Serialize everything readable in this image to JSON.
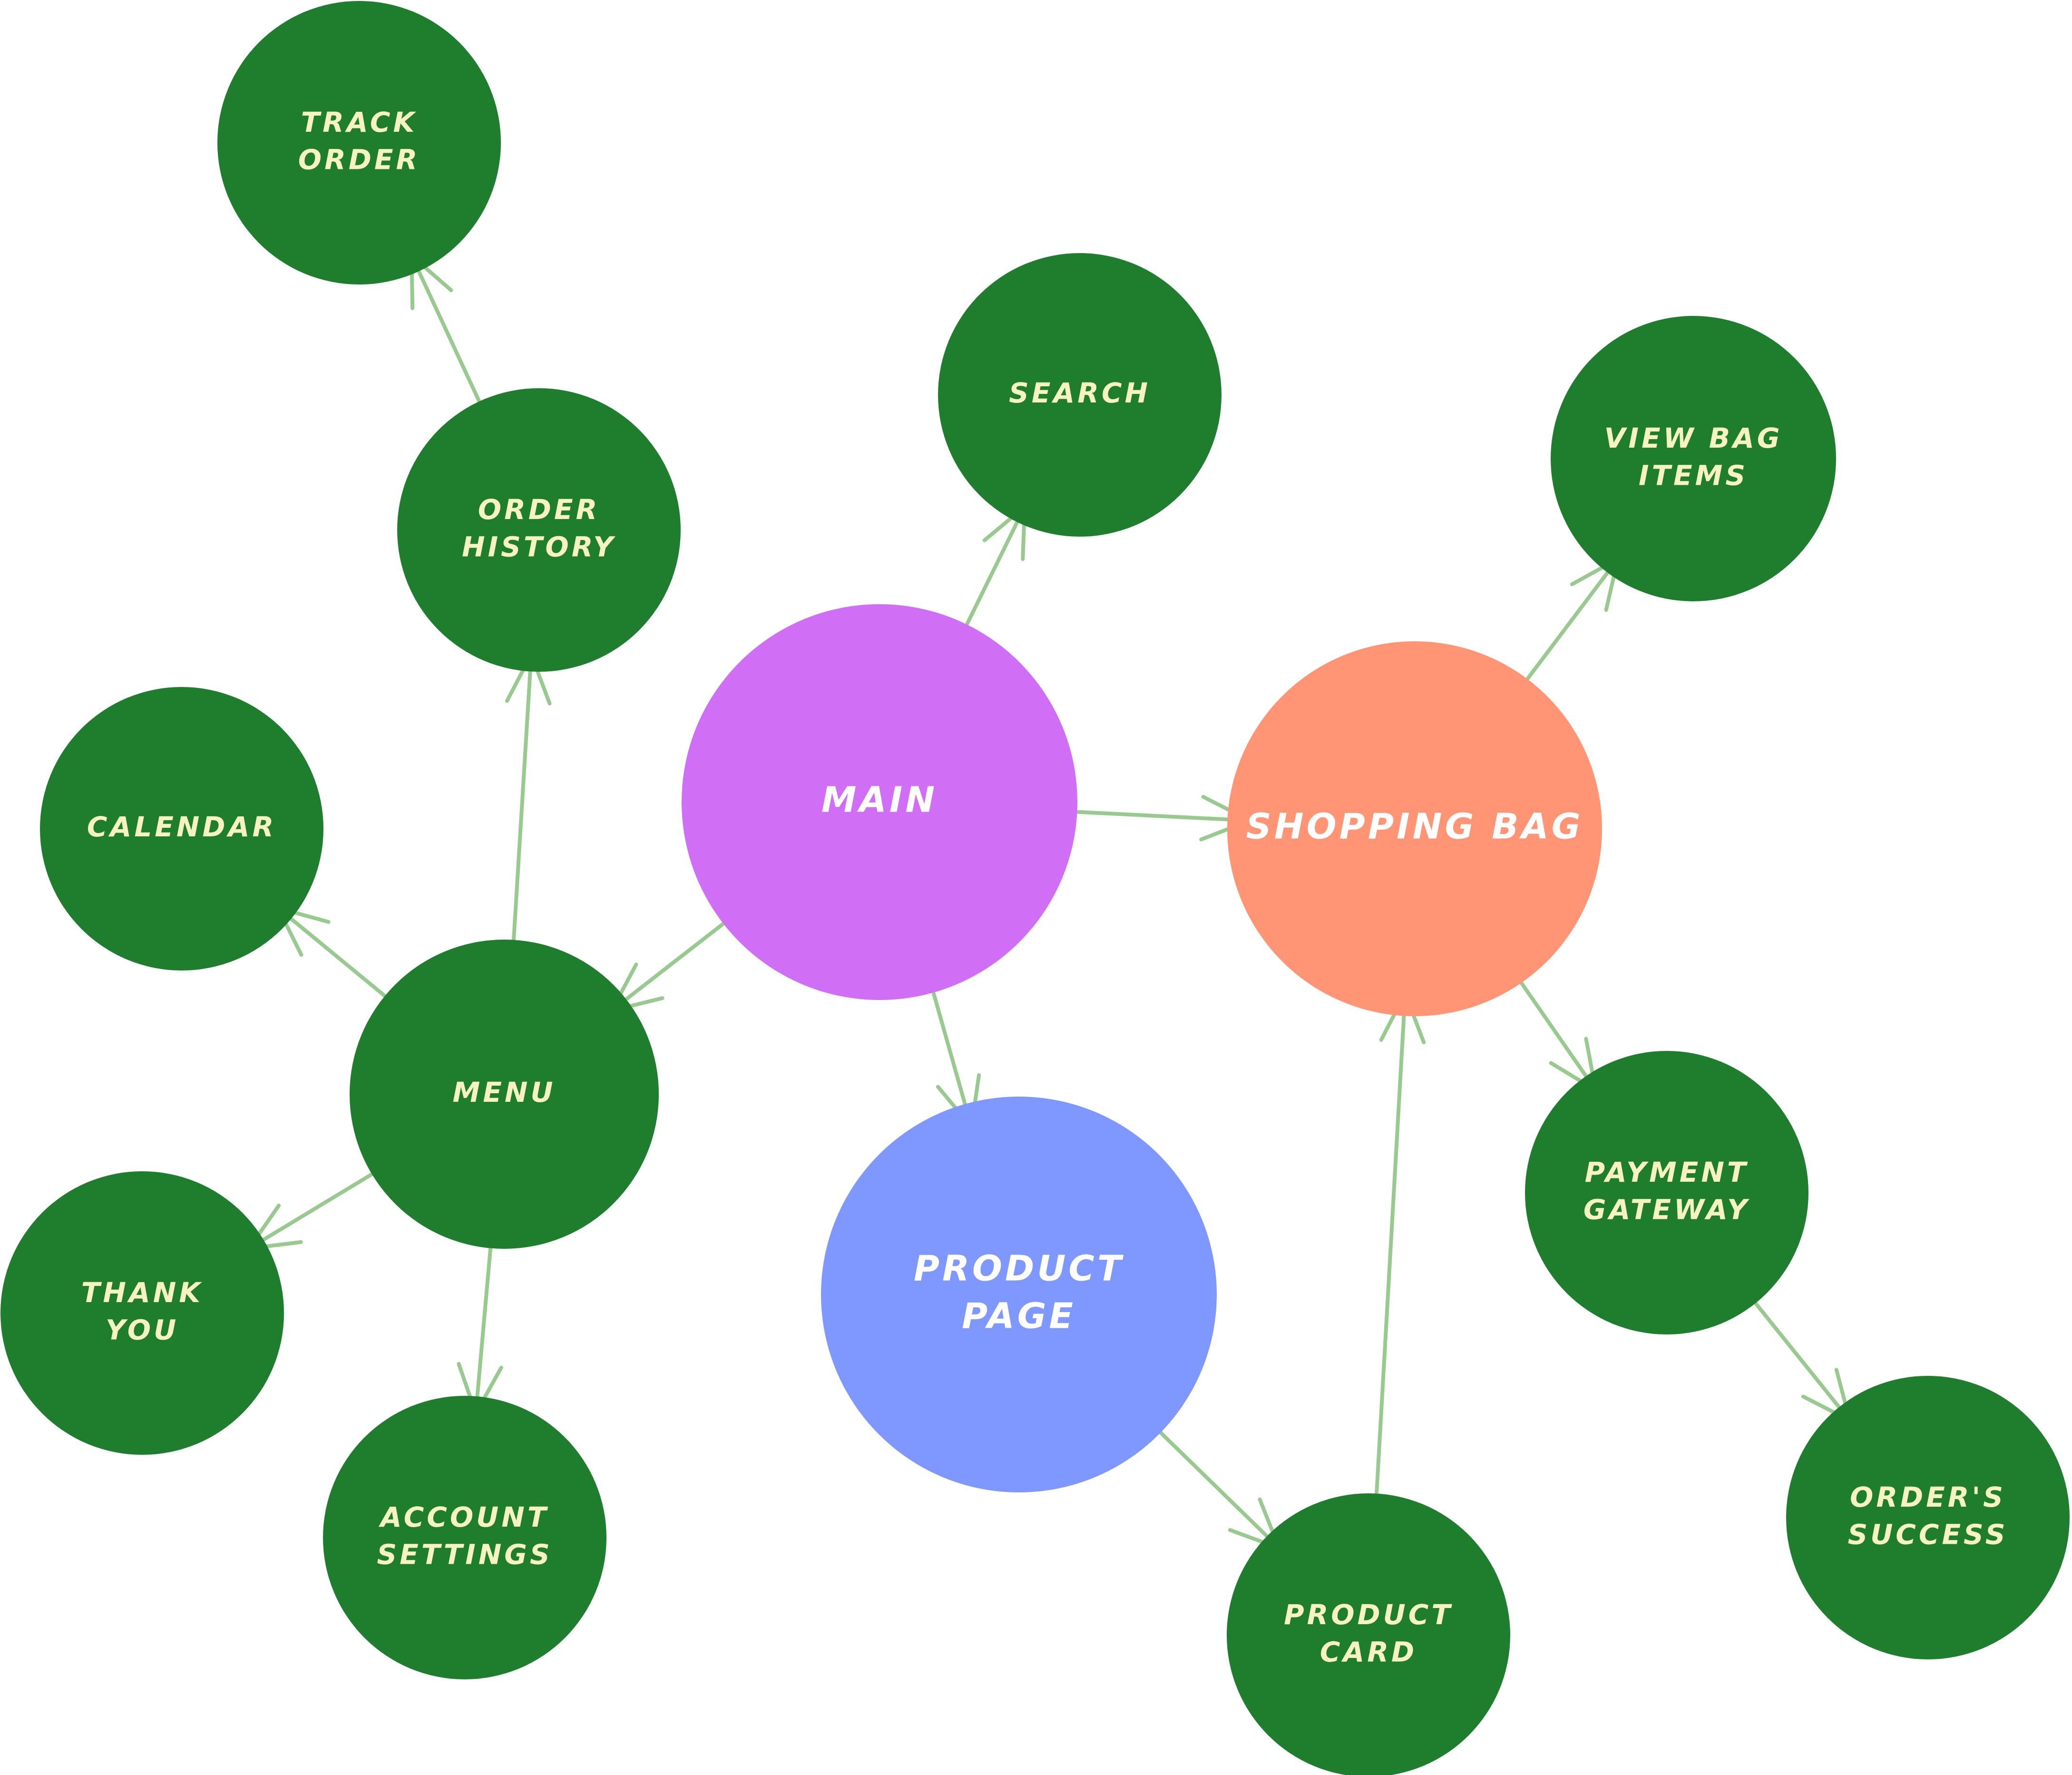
{
  "colors": {
    "background": "#ffffff",
    "node_green": "#1e7e2e",
    "node_main": "#d06ef6",
    "node_shopping_bag": "#ff9574",
    "node_product_page": "#7f98ff",
    "label_light": "#f6f3c0",
    "label_white": "#ffffff",
    "edge": "#98c98e"
  },
  "nodes": [
    {
      "id": "track-order",
      "lines": [
        "TRACK",
        "ORDER"
      ],
      "fill": "node_green",
      "text": "label_light"
    },
    {
      "id": "search",
      "lines": [
        "SEARCH"
      ],
      "fill": "node_green",
      "text": "label_light"
    },
    {
      "id": "order-history",
      "lines": [
        "ORDER",
        "HISTORY"
      ],
      "fill": "node_green",
      "text": "label_light"
    },
    {
      "id": "view-bag-items",
      "lines": [
        "VIEW BAG",
        "ITEMS"
      ],
      "fill": "node_green",
      "text": "label_light"
    },
    {
      "id": "calendar",
      "lines": [
        "CALENDAR"
      ],
      "fill": "node_green",
      "text": "label_light"
    },
    {
      "id": "main",
      "lines": [
        "MAIN"
      ],
      "fill": "node_main",
      "text": "label_white"
    },
    {
      "id": "shopping-bag",
      "lines": [
        "SHOPPING BAG"
      ],
      "fill": "node_shopping_bag",
      "text": "label_white"
    },
    {
      "id": "menu",
      "lines": [
        "MENU"
      ],
      "fill": "node_green",
      "text": "label_light"
    },
    {
      "id": "payment-gateway",
      "lines": [
        "PAYMENT",
        "GATEWAY"
      ],
      "fill": "node_green",
      "text": "label_light"
    },
    {
      "id": "thank-you",
      "lines": [
        "THANK",
        "YOU"
      ],
      "fill": "node_green",
      "text": "label_light"
    },
    {
      "id": "product-page",
      "lines": [
        "PRODUCT",
        "PAGE"
      ],
      "fill": "node_product_page",
      "text": "label_white"
    },
    {
      "id": "account-settings",
      "lines": [
        "ACCOUNT",
        "SETTINGS"
      ],
      "fill": "node_green",
      "text": "label_light"
    },
    {
      "id": "orders-success",
      "lines": [
        "ORDER'S",
        "SUCCESS"
      ],
      "fill": "node_green",
      "text": "label_light"
    },
    {
      "id": "product-card",
      "lines": [
        "PRODUCT",
        "CARD"
      ],
      "fill": "node_green",
      "text": "label_light"
    }
  ],
  "edges": [
    {
      "from": "main",
      "to": "search"
    },
    {
      "from": "main",
      "to": "shopping-bag"
    },
    {
      "from": "main",
      "to": "menu"
    },
    {
      "from": "main",
      "to": "product-page"
    },
    {
      "from": "menu",
      "to": "order-history"
    },
    {
      "from": "order-history",
      "to": "track-order"
    },
    {
      "from": "menu",
      "to": "calendar"
    },
    {
      "from": "menu",
      "to": "thank-you"
    },
    {
      "from": "menu",
      "to": "account-settings"
    },
    {
      "from": "shopping-bag",
      "to": "view-bag-items"
    },
    {
      "from": "shopping-bag",
      "to": "payment-gateway"
    },
    {
      "from": "payment-gateway",
      "to": "orders-success"
    },
    {
      "from": "product-page",
      "to": "product-card"
    },
    {
      "from": "product-card",
      "to": "shopping-bag"
    }
  ]
}
